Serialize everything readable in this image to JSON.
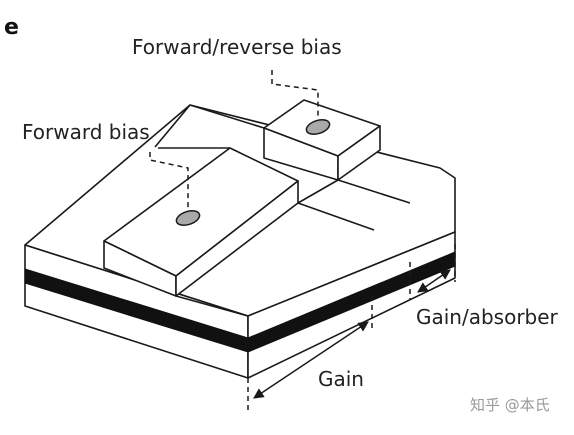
{
  "figure": {
    "panel_letter": "e",
    "labels": {
      "forward_reverse_bias": "Forward/reverse bias",
      "forward_bias": "Forward bias",
      "gain": "Gain",
      "gain_absorber": "Gain/absorber"
    },
    "watermark": "知乎 @本氏"
  }
}
